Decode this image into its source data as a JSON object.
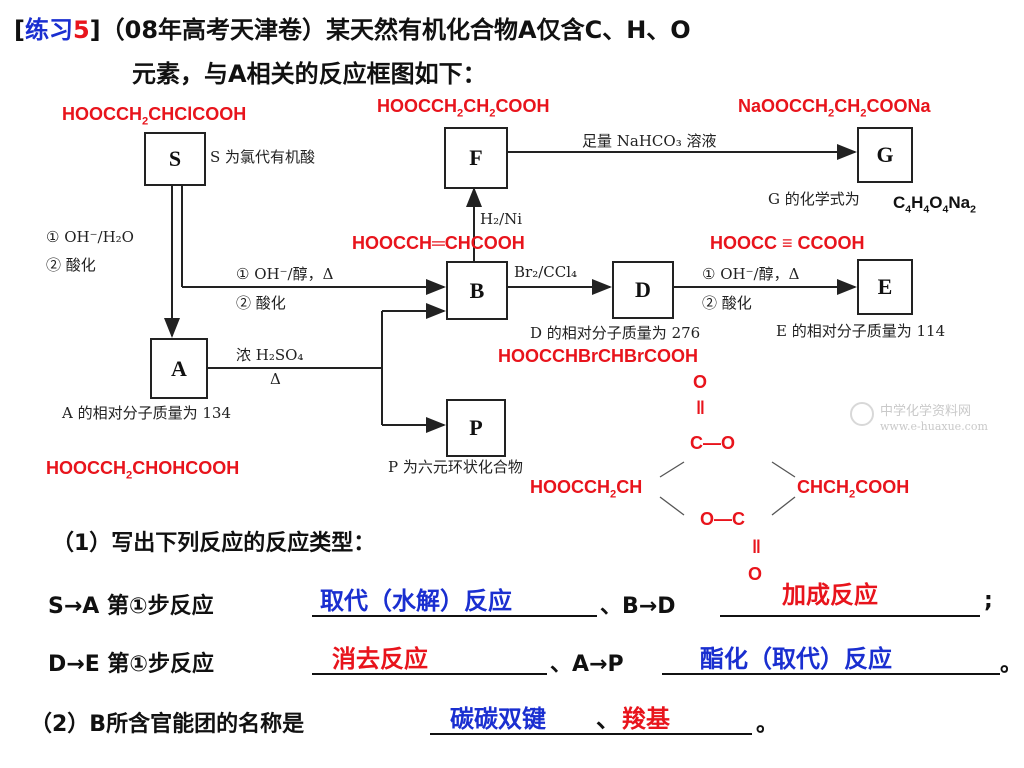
{
  "title": {
    "bracket_open": "[",
    "label": "练习",
    "number": "5",
    "bracket_close": "]",
    "line1": "（08年高考天津卷）某天然有机化合物A仅含C、H、O",
    "line2": "元素，与A相关的反应框图如下："
  },
  "diagram": {
    "boxes": {
      "S": "S",
      "F": "F",
      "G": "G",
      "A": "A",
      "B": "B",
      "D": "D",
      "E": "E",
      "P": "P"
    },
    "notes": {
      "s_note": "S 为氯代有机酸",
      "g_formula_note": "G 的化学式为",
      "step1_oh_water": "① OH⁻/H₂O",
      "step2_acidify": "② 酸化",
      "sb_step1": "① OH⁻/醇，Δ",
      "sb_step2": "② 酸化",
      "de_step1": "① OH⁻/醇，Δ",
      "de_step2": "② 酸化",
      "h2_ni": "H₂/Ni",
      "br2_ccl4": "Br₂/CCl₄",
      "nahco3": "足量 NaHCO₃ 溶液",
      "conc_h2so4": "浓 H₂SO₄",
      "delta": "Δ",
      "a_mass": "A 的相对分子质量为 134",
      "d_mass": "D 的相对分子质量为 276",
      "e_mass": "E 的相对分子质量为 114",
      "p_note": "P 为六元环状化合物"
    },
    "answers": {
      "S": "HOOCCH2CHClCOOH",
      "F": "HOOCCH2CH2COOH",
      "G": "NaOOCCH2CH2COONa",
      "G_formula": "C4H4O4Na2",
      "B": "HOOCCH═CHCOOH",
      "E": "HOOCC ≡ CCOOH",
      "D": "HOOCCHBrCHBrCOOH",
      "A": "HOOCCH2CHOHCOOH",
      "ring": {
        "top_o": "O",
        "top_double": "‖",
        "top_co": "C—O",
        "left": "HOOCCH2CH",
        "right": "CHCH2COOH",
        "bottom_oc": "O—C",
        "bottom_double": "‖",
        "bottom_o": "O"
      }
    },
    "watermark": {
      "cn": "中学化学资料网",
      "url": "www.e-huaxue.com"
    }
  },
  "questions": {
    "q1_title": "（1）写出下列反应的反应类型：",
    "line1_prefix": "S→A 第①步反应",
    "line1_ans1": "取代（水解）反应",
    "line1_mid": "、B→D",
    "line1_ans2": "加成反应",
    "line1_end": ";",
    "line2_prefix": "D→E 第①步反应",
    "line2_ans1": "消去反应",
    "line2_mid": "、A→P",
    "line2_ans2": "酯化（取代）反应",
    "line2_end": "。",
    "q2_prefix": "（2）B所含官能团的名称是",
    "q2_ans1": "碳碳双键",
    "q2_sep": "、",
    "q2_ans2": "羧基",
    "q2_end": "。"
  },
  "colors": {
    "answer_blue": "#1a2fd0",
    "answer_red": "#e8141c",
    "ink": "#111111"
  }
}
